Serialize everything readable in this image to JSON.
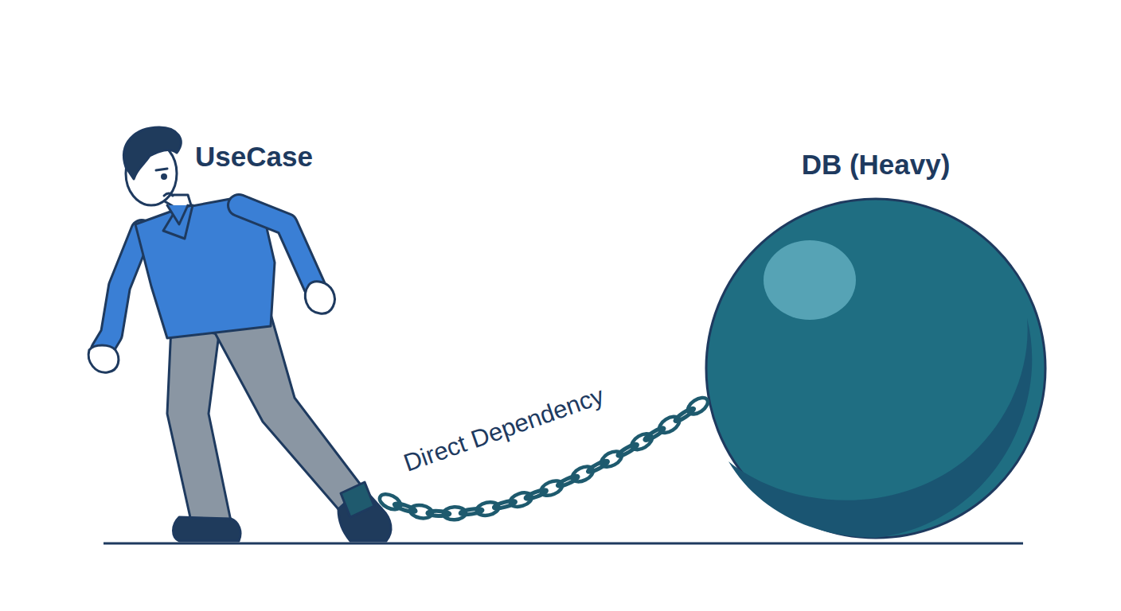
{
  "diagram": {
    "nodes": [
      {
        "text": [
          "UseCase"
        ]
      },
      {
        "text": [
          "DB (Heavy)"
        ]
      }
    ],
    "edges": [
      {
        "from": 0,
        "to": 1,
        "label": "Direct Dependency",
        "arrow": "none"
      }
    ]
  }
}
